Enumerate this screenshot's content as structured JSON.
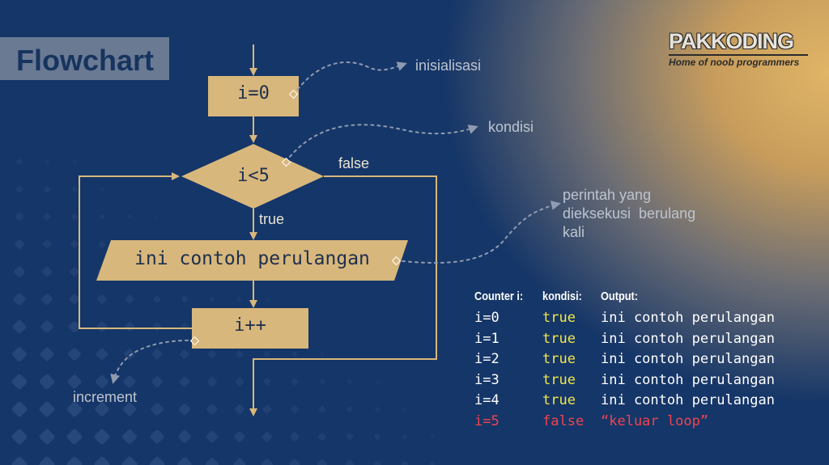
{
  "title": "Flowchart",
  "logo": {
    "brand_part1": "PAK",
    "brand_part2": "KODING",
    "tagline": "Home of noob programmers"
  },
  "nodes": {
    "init": "i=0",
    "condition": "i<5",
    "output": "ini contoh perulangan",
    "increment": "i++"
  },
  "branches": {
    "false_label": "false",
    "true_label": "true"
  },
  "annotations": {
    "init": "inisialisasi",
    "condition": "kondisi",
    "body": [
      "perintah yang",
      "dieksekusi  berulang",
      "kali"
    ],
    "increment": "increment"
  },
  "table": {
    "headers": {
      "counter": "Counter i:",
      "condition": "kondisi:",
      "output": "Output:"
    },
    "rows": [
      {
        "counter": "i=0",
        "condition": "true",
        "output": "ini contoh perulangan"
      },
      {
        "counter": "i=1",
        "condition": "true",
        "output": "ini contoh perulangan"
      },
      {
        "counter": "i=2",
        "condition": "true",
        "output": "ini contoh perulangan"
      },
      {
        "counter": "i=3",
        "condition": "true",
        "output": "ini contoh perulangan"
      },
      {
        "counter": "i=4",
        "condition": "true",
        "output": "ini contoh perulangan"
      },
      {
        "counter": "i=5",
        "condition": "false",
        "output": "“keluar loop”"
      }
    ]
  },
  "colors": {
    "background": "#153668",
    "accent_gold": "#e0b567",
    "node_fill": "#d8b77c",
    "true_text": "#f3e64a",
    "exit_text": "#f0434f"
  }
}
